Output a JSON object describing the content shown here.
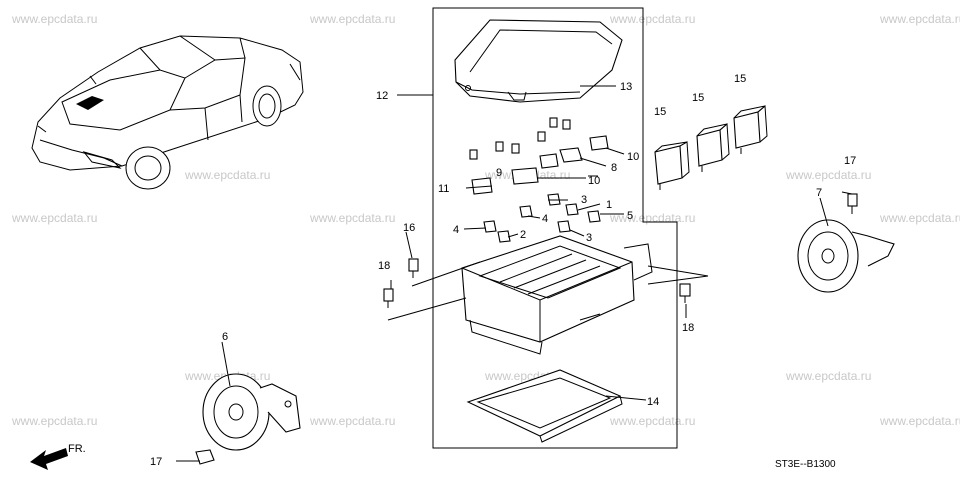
{
  "watermark": "www.epcdata.ru",
  "diagram_code": "ST3E--B1300",
  "front_arrow_label": "FR.",
  "callouts": {
    "c1": "1",
    "c2": "2",
    "c3a": "3",
    "c3b": "3",
    "c4a": "4",
    "c4b": "4",
    "c5": "5",
    "c6": "6",
    "c7": "7",
    "c8": "8",
    "c9": "9",
    "c10a": "10",
    "c10b": "10",
    "c11": "11",
    "c12": "12",
    "c13": "13",
    "c14": "14",
    "c15a": "15",
    "c15b": "15",
    "c15c": "15",
    "c16": "16",
    "c17a": "17",
    "c17b": "17",
    "c18a": "18",
    "c18b": "18"
  }
}
